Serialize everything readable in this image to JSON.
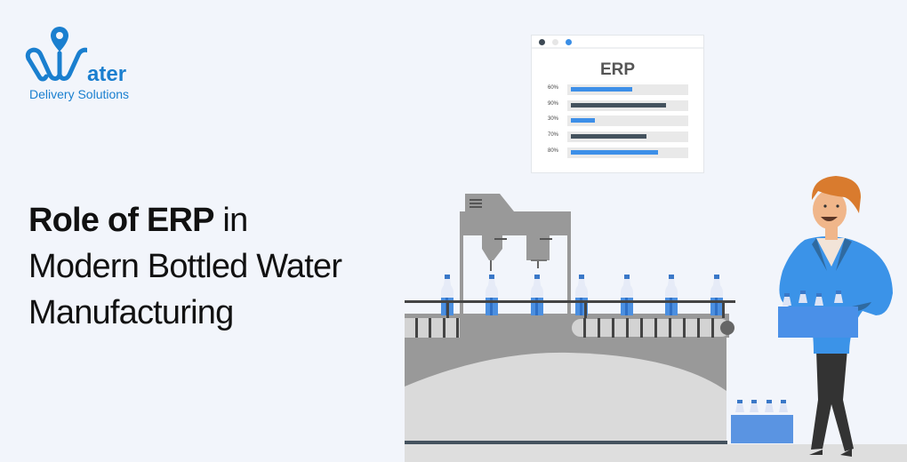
{
  "brand": {
    "word": "ater",
    "tagline": "Delivery Solutions",
    "color": "#1a7fcf"
  },
  "headline": {
    "bold_part": "Role of ERP",
    "rest_line1": " in",
    "line2": "Modern Bottled Water",
    "line3": "Manufacturing"
  },
  "erp_card": {
    "title": "ERP",
    "window_dots": [
      "#3d4a55",
      "#e6e6e6",
      "#3a8ee6"
    ],
    "bars": [
      {
        "label": "60%",
        "value": 60,
        "color": "#3d8fe8"
      },
      {
        "label": "90%",
        "value": 90,
        "color": "#44525e"
      },
      {
        "label": "30%",
        "value": 30,
        "color": "#3d8fe8"
      },
      {
        "label": "70%",
        "value": 70,
        "color": "#44525e"
      },
      {
        "label": "80%",
        "value": 80,
        "color": "#3d8fe8"
      }
    ]
  },
  "illustration": {
    "machine_color": "#999999",
    "bottle_color": "#4b8fe0",
    "worker_shirt": "#3b93e8",
    "crate_color": "#5a94e2"
  }
}
